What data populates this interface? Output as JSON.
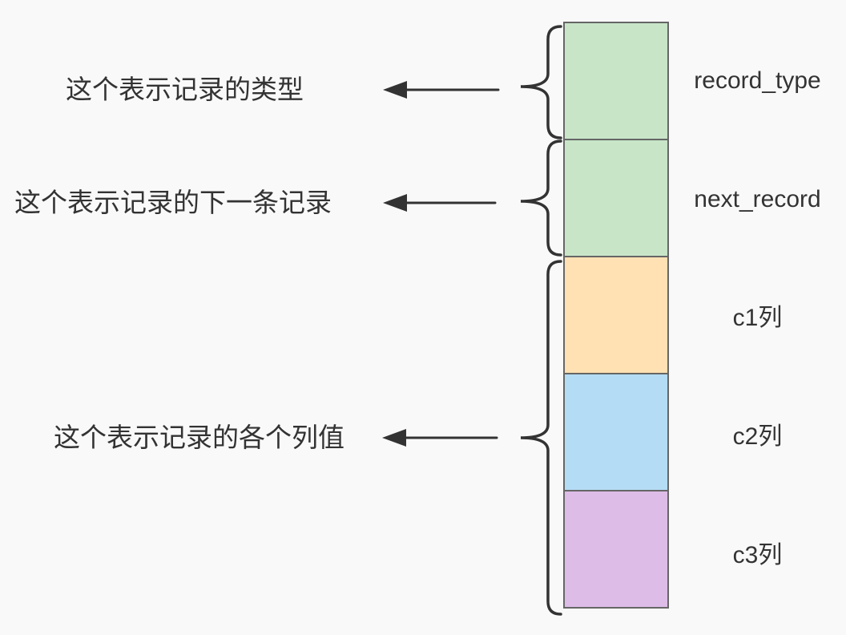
{
  "canvas": {
    "background": "#f9f9f9",
    "text_color": "#333333",
    "line_color": "#333333",
    "block_border_color": "#666666"
  },
  "annotations": [
    {
      "text": "这个表示记录的类型",
      "points_to": "record_type"
    },
    {
      "text": "这个表示记录的下一条记录",
      "points_to": "next_record"
    },
    {
      "text": "这个表示记录的各个列值",
      "points_to": "columns_group"
    }
  ],
  "record_blocks": [
    {
      "label": "record_type",
      "fill": "#c8e5c8"
    },
    {
      "label": "next_record",
      "fill": "#c8e5c8"
    },
    {
      "label": "c1列",
      "fill": "#ffe1b3"
    },
    {
      "label": "c2列",
      "fill": "#b5dcf5"
    },
    {
      "label": "c3列",
      "fill": "#ddbce8"
    }
  ]
}
